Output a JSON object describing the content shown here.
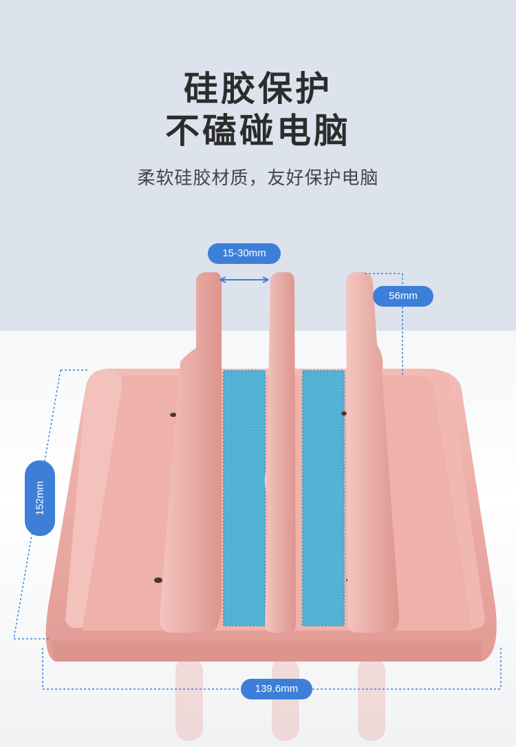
{
  "headline": {
    "line1": "硅胶保护",
    "line2": "不磕碰电脑"
  },
  "subheadline": "柔软硅胶材质，友好保护电脑",
  "dimensions": {
    "slot_gap": "15-30mm",
    "slot_height": "56mm",
    "length": "152mm",
    "width": "139.6mm"
  },
  "colors": {
    "accent": "#3d7fd8",
    "stand": "#e9a9a2",
    "pad": "#4fb0d4",
    "background_top": "#dce3ec"
  }
}
